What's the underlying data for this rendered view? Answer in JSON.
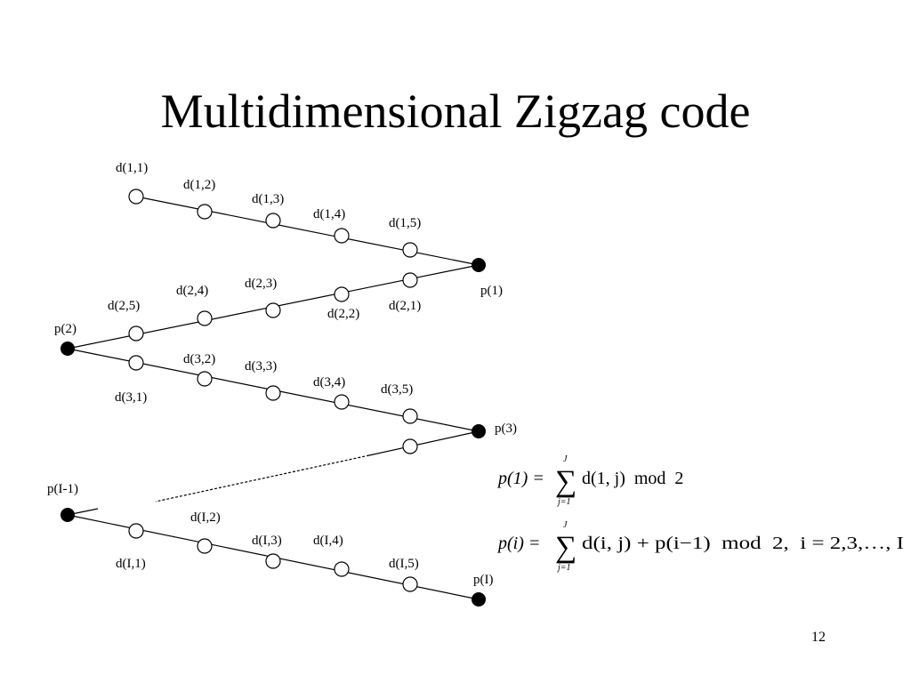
{
  "slide": {
    "title": "Multidimensional Zigzag code",
    "page_number": "12"
  },
  "labels": {
    "d11": "d(1,1)",
    "d12": "d(1,2)",
    "d13": "d(1,3)",
    "d14": "d(1,4)",
    "d15": "d(1,5)",
    "d21": "d(2,1)",
    "d22": "d(2,2)",
    "d23": "d(2,3)",
    "d24": "d(2,4)",
    "d25": "d(2,5)",
    "d31": "d(3,1)",
    "d32": "d(3,2)",
    "d33": "d(3,3)",
    "d34": "d(3,4)",
    "d35": "d(3,5)",
    "dI1": "d(I,1)",
    "dI2": "d(I,2)",
    "dI3": "d(I,3)",
    "dI4": "d(I,4)",
    "dI5": "d(I,5)",
    "p1": "p(1)",
    "p2": "p(2)",
    "p3": "p(3)",
    "pIm1": "p(I-1)",
    "pI": "p(I)"
  },
  "equations": {
    "eq1": {
      "lhs": "p(1) =",
      "sum_upper": "J",
      "sum_lower": "j=1",
      "rhs": "d(1, j)  mod  2"
    },
    "eq2": {
      "lhs": "p(i) =",
      "sum_upper": "J",
      "sum_lower": "j=1",
      "rhs": "d(i, j) + p(i−1)  mod  2,  i = 2,3,…, I"
    }
  }
}
